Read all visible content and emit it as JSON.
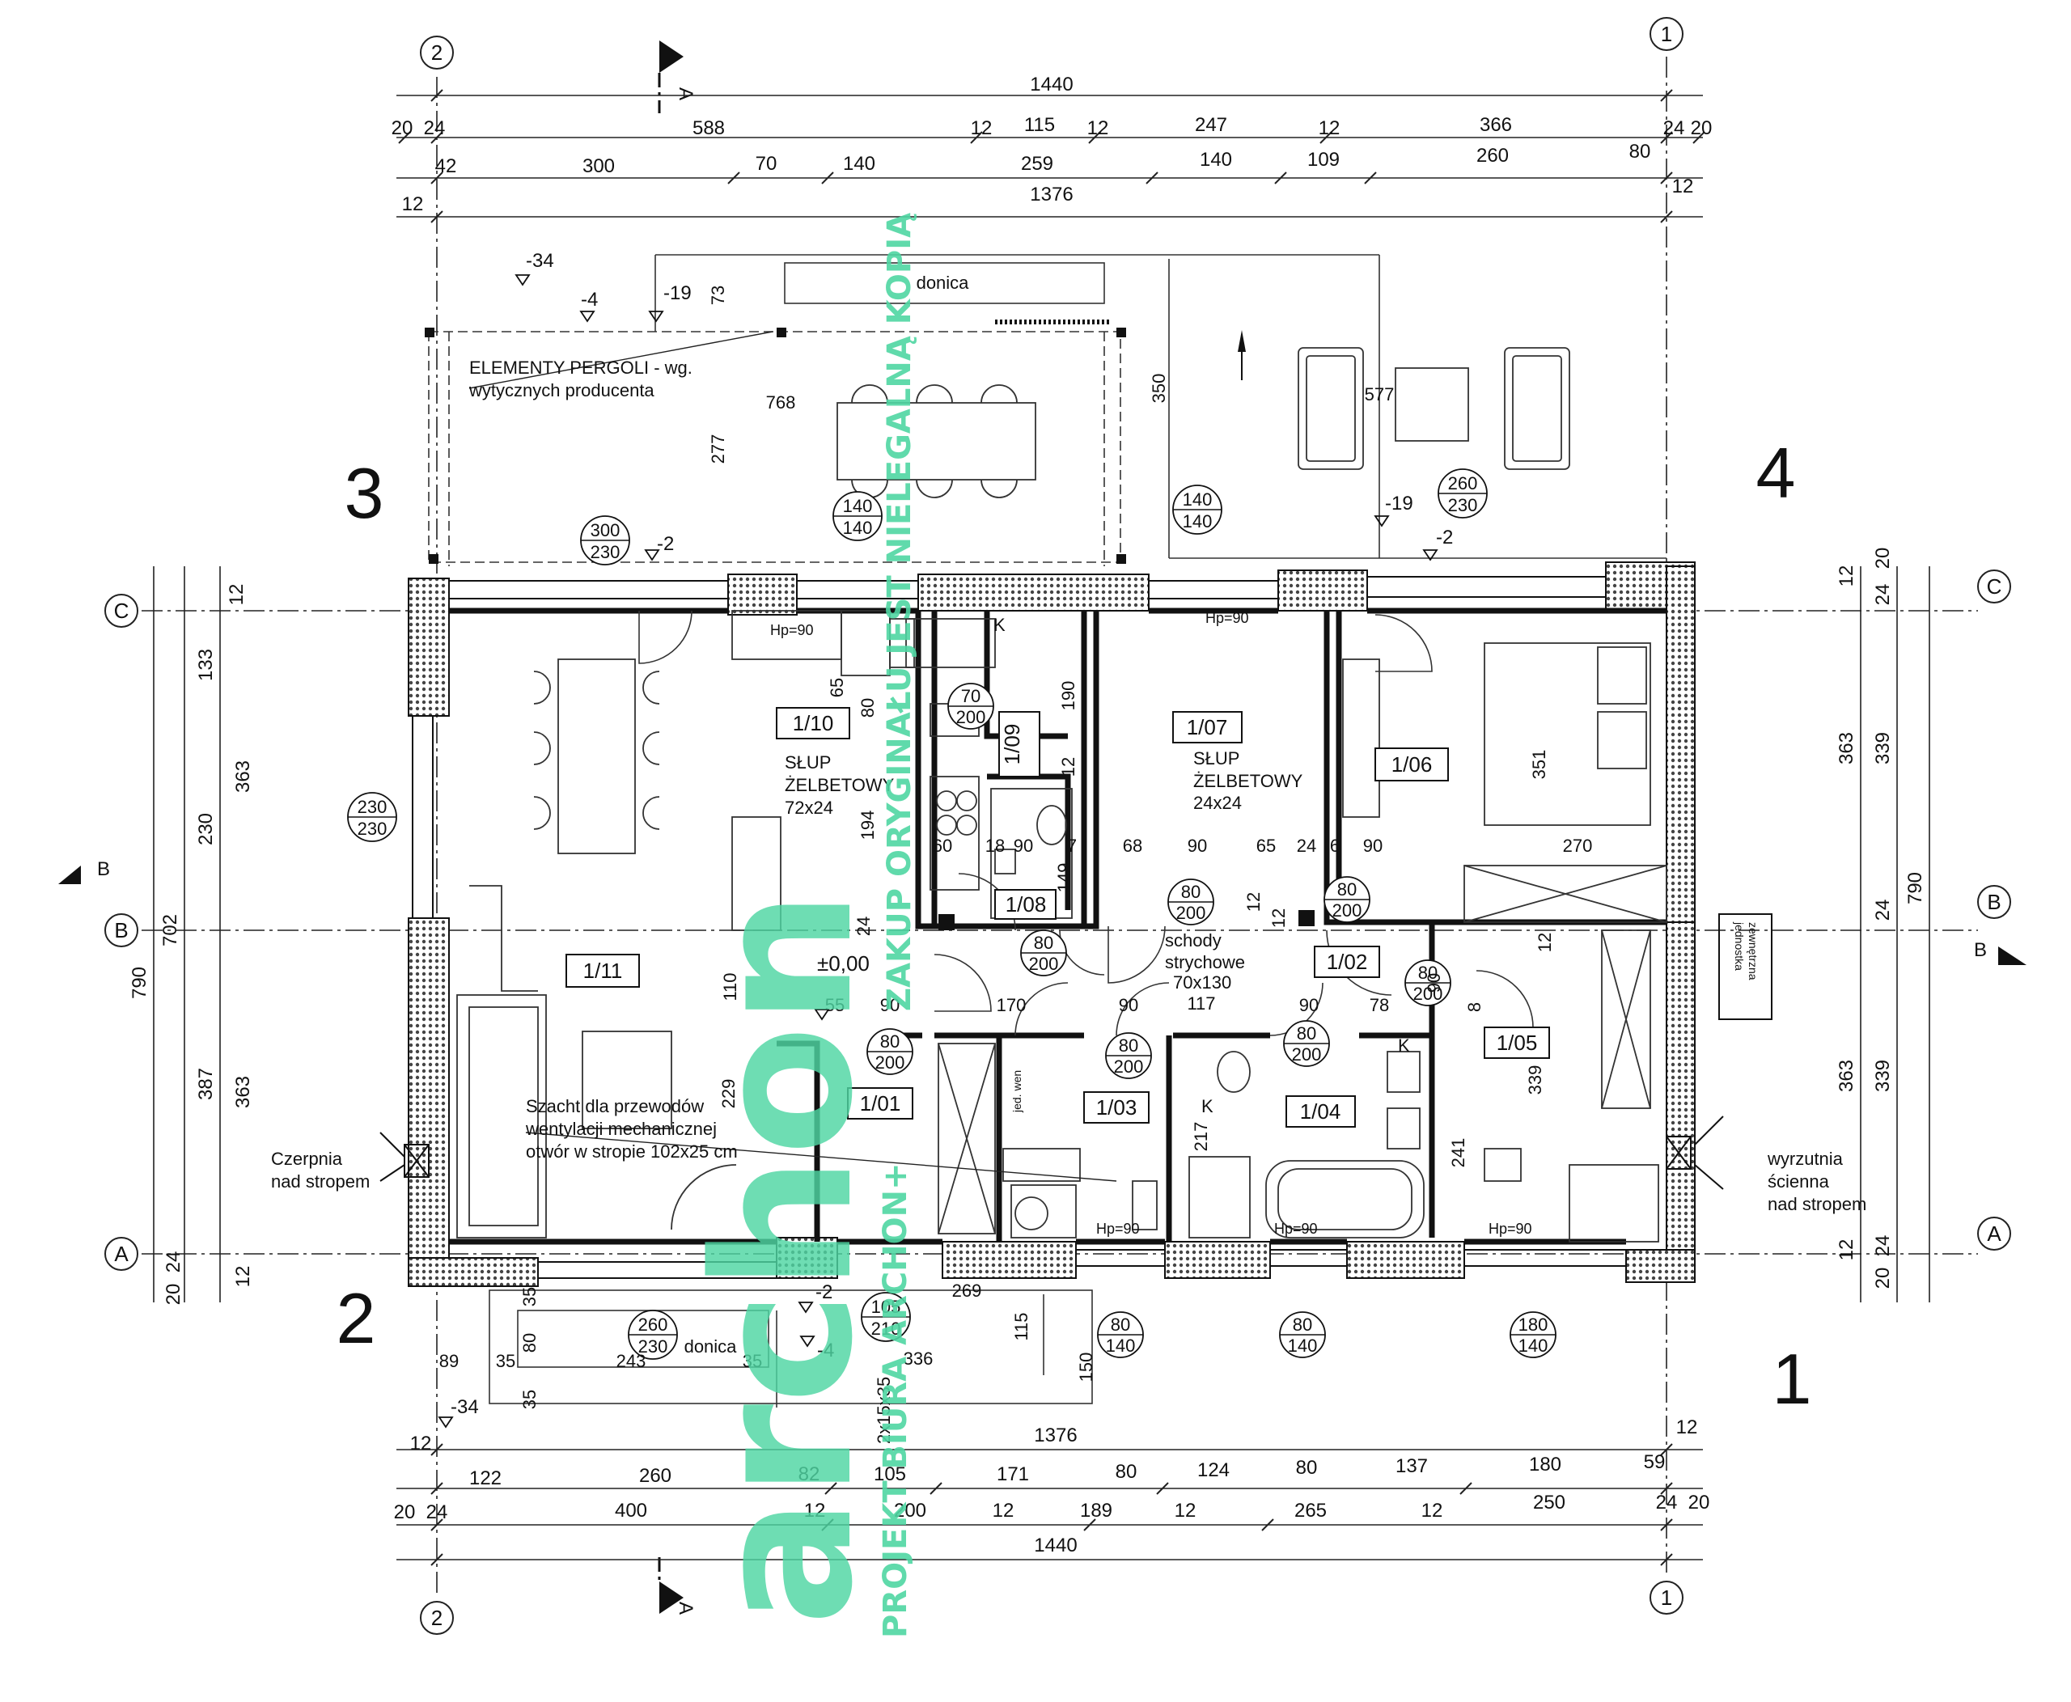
{
  "axes": {
    "a1": "1",
    "a2": "2",
    "a3": "3",
    "a4": "4",
    "A": "A",
    "B": "B",
    "C": "C"
  },
  "corners": {
    "c1": "1",
    "c2": "2",
    "c3": "3",
    "c4": "4"
  },
  "sections": {
    "A": "A",
    "B": "B"
  },
  "dims_top": {
    "r1": [
      "1440"
    ],
    "r2": [
      "20",
      "24",
      "588",
      "12",
      "115",
      "12",
      "247",
      "12",
      "366",
      "24",
      "20"
    ],
    "r3": [
      "42",
      "300",
      "70",
      "140",
      "259",
      "140",
      "109",
      "260",
      "80",
      "12"
    ],
    "r4": [
      "12",
      "1376"
    ]
  },
  "dims_bottom": {
    "r1": [
      "12",
      "1376",
      "12"
    ],
    "r2": [
      "122",
      "260",
      "82",
      "105",
      "171",
      "80",
      "124",
      "80",
      "137",
      "180",
      "59"
    ],
    "r3": [
      "20",
      "24",
      "400",
      "12",
      "200",
      "12",
      "189",
      "12",
      "265",
      "12",
      "250",
      "24",
      "20"
    ],
    "r4": [
      "1440"
    ]
  },
  "dims_left": [
    "12",
    "133",
    "363",
    "230",
    "702",
    "387",
    "363",
    "790",
    "12",
    "24",
    "20"
  ],
  "dims_right": [
    "12",
    "24",
    "20",
    "363",
    "339",
    "790",
    "24",
    "363",
    "339",
    "12",
    "24",
    "20"
  ],
  "rooms": [
    "1/01",
    "1/02",
    "1/03",
    "1/04",
    "1/05",
    "1/06",
    "1/07",
    "1/08",
    "1/09",
    "1/10",
    "1/11"
  ],
  "openings": [
    {
      "w": "300",
      "h": "230"
    },
    {
      "w": "140",
      "h": "140"
    },
    {
      "w": "140",
      "h": "140"
    },
    {
      "w": "260",
      "h": "230"
    },
    {
      "w": "230",
      "h": "230"
    },
    {
      "w": "70",
      "h": "200"
    },
    {
      "w": "80",
      "h": "200"
    },
    {
      "w": "80",
      "h": "200"
    },
    {
      "w": "80",
      "h": "200"
    },
    {
      "w": "80",
      "h": "200"
    },
    {
      "w": "80",
      "h": "200"
    },
    {
      "w": "80",
      "h": "200"
    },
    {
      "w": "80",
      "h": "200"
    },
    {
      "w": "260",
      "h": "230"
    },
    {
      "w": "105",
      "h": "210"
    },
    {
      "w": "80",
      "h": "140"
    },
    {
      "w": "80",
      "h": "140"
    },
    {
      "w": "180",
      "h": "140"
    }
  ],
  "levels": [
    "-34",
    "-4",
    "-19",
    "-19",
    "-2",
    "-2",
    "±0,00",
    "-2",
    "-4",
    "-34"
  ],
  "notes": {
    "pergola_1": "ELEMENTY PERGOLI - wg.",
    "pergola_2": "wytycznych producenta",
    "donica_top": "donica",
    "donica_bottom": "donica",
    "slup1_1": "SŁUP",
    "slup1_2": "ŻELBETOWY",
    "slup1_3": "72x24",
    "slup2_1": "SŁUP",
    "slup2_2": "ŻELBETOWY",
    "slup2_3": "24x24",
    "stairs_1": "schody",
    "stairs_2": "strychowe",
    "stairs_3": "70x130",
    "szacht_1": "Szacht dla przewodów",
    "szacht_2": "wentylacji mechanicznej",
    "szacht_3": "otwór w stropie 102x25 cm",
    "czerpnia_1": "Czerpnia",
    "czerpnia_2": "nad stropem",
    "wyrzutnia_1": "wyrzutnia",
    "wyrzutnia_2": "ścienna",
    "wyrzutnia_3": "nad stropem",
    "hp": "Hp=90",
    "jed_wen": "jed. wen",
    "jednostka_1": "jednostka",
    "jednostka_2": "zewnętrzna",
    "k": "K",
    "shaft": "2x15x35"
  },
  "inner_dims": [
    "768",
    "277",
    "350",
    "577",
    "73",
    "65",
    "80",
    "190",
    "12",
    "194",
    "60",
    "18",
    "90",
    "7",
    "149",
    "68",
    "90",
    "65",
    "24",
    "6",
    "90",
    "270",
    "351",
    "24",
    "110",
    "55",
    "90",
    "170",
    "90",
    "117",
    "90",
    "78",
    "90",
    "8",
    "12",
    "339",
    "229",
    "217",
    "241",
    "35",
    "80",
    "35",
    "89",
    "35",
    "243",
    "35",
    "336",
    "115",
    "150",
    "269",
    "12",
    "12"
  ],
  "watermark": {
    "logo": "archon",
    "text": "PROJEKT BIURA ARCHON+",
    "text2": "ZAKUP ORYGINAŁU JEST NIELEGALNĄ KOPIĄ"
  }
}
